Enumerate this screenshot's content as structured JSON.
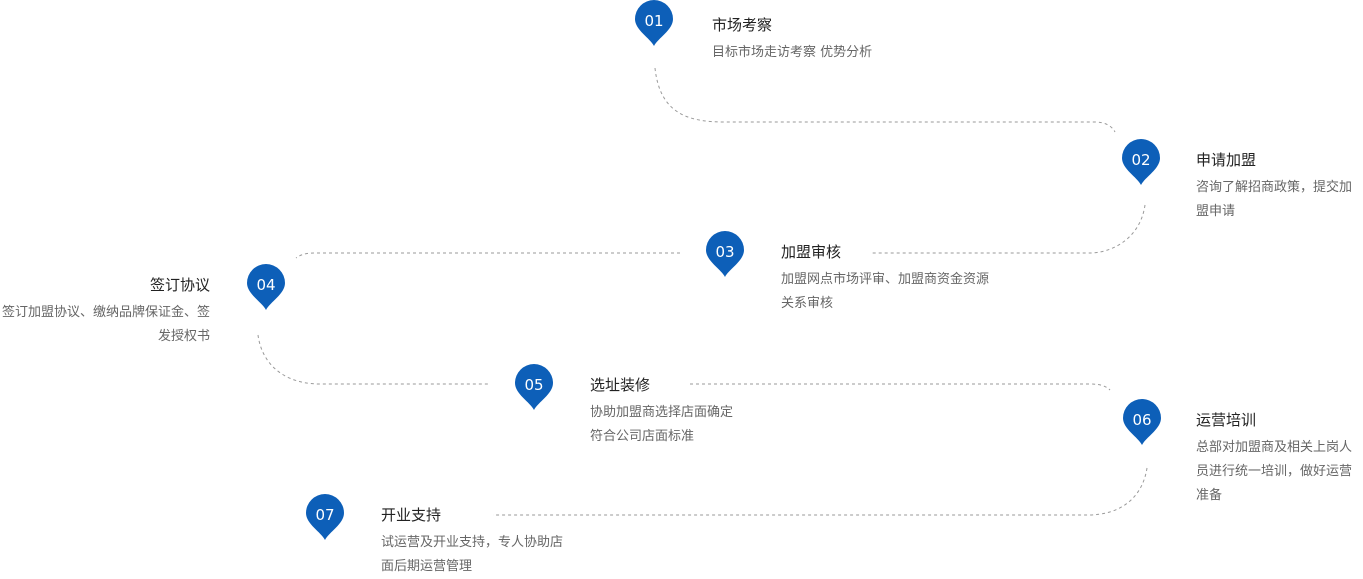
{
  "colors": {
    "pin": "#0d5fb8",
    "line": "#9a9a9a"
  },
  "steps": [
    {
      "num": "01",
      "title": "市场考察",
      "desc": "目标市场走访考察 优势分析"
    },
    {
      "num": "02",
      "title": "申请加盟",
      "desc": "咨询了解招商政策，提交加盟申请"
    },
    {
      "num": "03",
      "title": "加盟审核",
      "desc": "加盟网点市场评审、加盟商资金资源关系审核"
    },
    {
      "num": "04",
      "title": "签订协议",
      "desc": "签订加盟协议、缴纳品牌保证金、签发授权书"
    },
    {
      "num": "05",
      "title": "选址装修",
      "desc": "协助加盟商选择店面确定符合公司店面标准"
    },
    {
      "num": "06",
      "title": "运营培训",
      "desc": "总部对加盟商及相关上岗人员进行统一培训，做好运营准备"
    },
    {
      "num": "07",
      "title": "开业支持",
      "desc": "试运营及开业支持，专人协助店面后期运营管理"
    }
  ]
}
